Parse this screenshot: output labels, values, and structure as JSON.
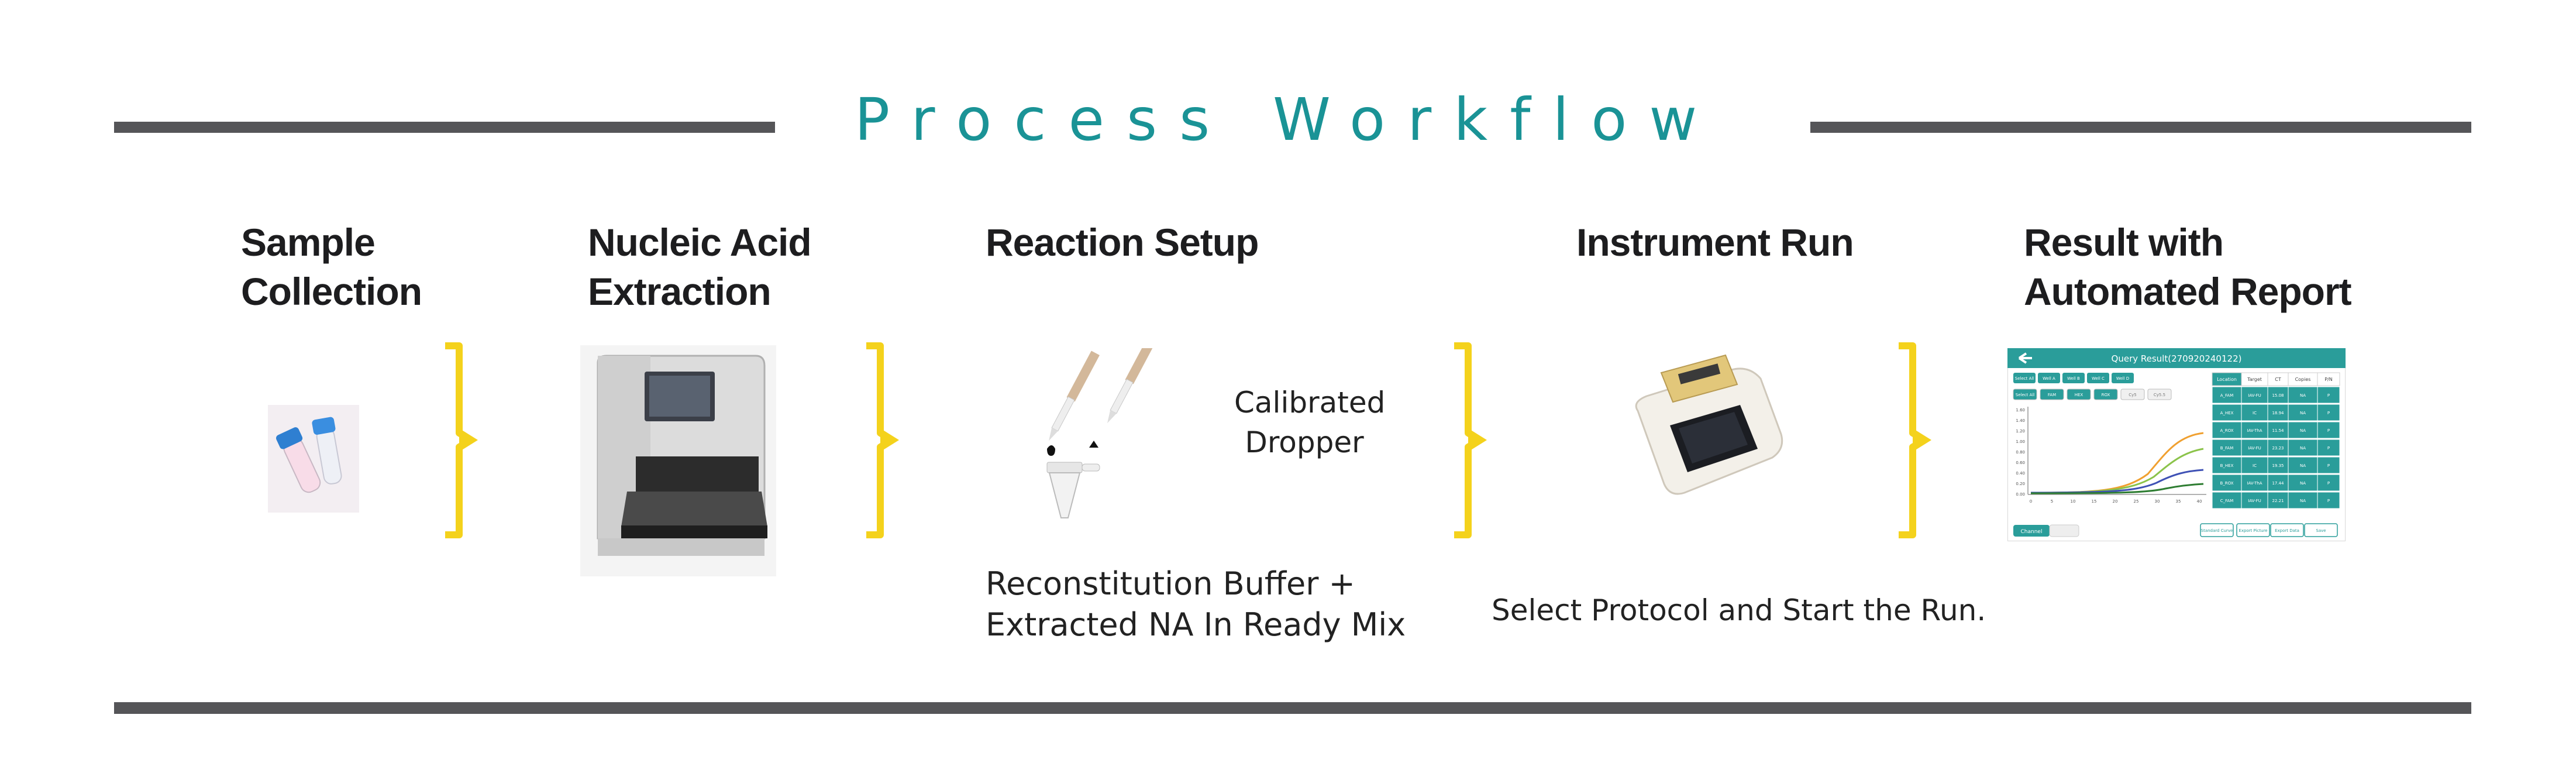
{
  "header": {
    "title": "Process Workflow"
  },
  "steps": [
    {
      "label_line1": "Sample",
      "label_line2": "Collection"
    },
    {
      "label_line1": "Nucleic Acid",
      "label_line2": "Extraction"
    },
    {
      "label_line1": "Reaction Setup"
    },
    {
      "label_line1": "Instrument Run"
    },
    {
      "label_line1": "Result with",
      "label_line2": "Automated Report"
    }
  ],
  "annotations": {
    "dropper_line1": "Calibrated",
    "dropper_line2": "Dropper",
    "reaction_line1": "Reconstitution Buffer +",
    "reaction_line2": "Extracted NA In Ready Mix",
    "instrument": "Select Protocol and Start the Run."
  },
  "report_screen": {
    "title": "Query Result(270920240122)",
    "filter_buttons_row1": [
      "Select All",
      "Well A",
      "Well B",
      "Well C",
      "Well D"
    ],
    "filter_buttons_row2": [
      "Select All",
      "FAM",
      "HEX",
      "ROX",
      "Cy5",
      "Cy5.5"
    ],
    "table_headers": [
      "Location",
      "Target",
      "CT",
      "Copies",
      "P/N"
    ],
    "table_rows": [
      [
        "A_FAM",
        "IAV-FU",
        "15.08",
        "NA",
        "P"
      ],
      [
        "A_HEX",
        "IC",
        "18.94",
        "NA",
        "P"
      ],
      [
        "A_ROX",
        "IAV-ThA",
        "11.54",
        "NA",
        "P"
      ],
      [
        "B_FAM",
        "IAV-FU",
        "23.23",
        "NA",
        "P"
      ],
      [
        "B_HEX",
        "IC",
        "19.35",
        "NA",
        "P"
      ],
      [
        "B_ROX",
        "IAV-ThA",
        "17.44",
        "NA",
        "P"
      ],
      [
        "C_FAM",
        "IAV-FU",
        "22.21",
        "NA",
        "P"
      ]
    ],
    "y_ticks": [
      "1.60",
      "1.40",
      "1.20",
      "1.00",
      "0.80",
      "0.60",
      "0.40",
      "0.20",
      "0.00"
    ],
    "x_ticks": [
      "0",
      "5",
      "10",
      "15",
      "20",
      "25",
      "30",
      "35",
      "40"
    ],
    "footer_buttons": [
      "Standard Curve",
      "Export Picture",
      "Export Data",
      "Save"
    ],
    "mode_toggle": "Channel"
  },
  "colors": {
    "title": "#1a9396",
    "bracket": "#f4d21c",
    "rule": "#555558",
    "teal": "#2a9d9a"
  }
}
